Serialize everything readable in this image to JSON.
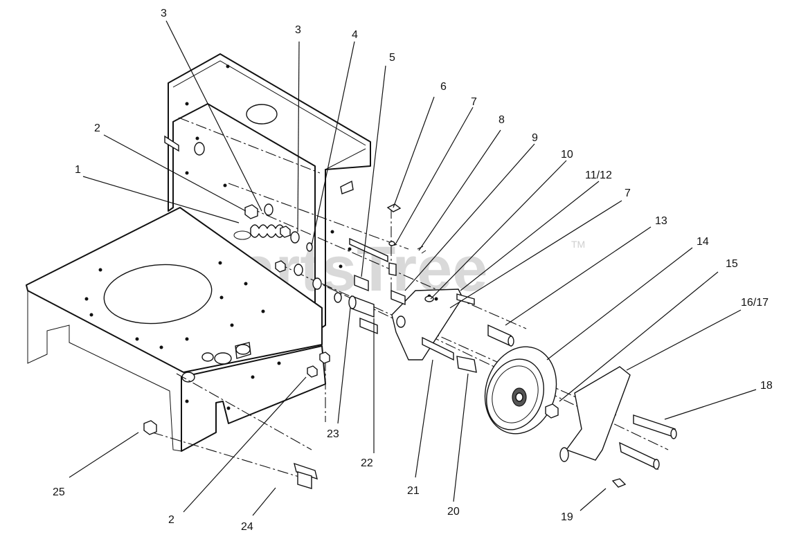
{
  "watermark": {
    "text": "PartsTree",
    "trademark": "TM"
  },
  "callouts": [
    {
      "id": "c1",
      "label": "1"
    },
    {
      "id": "c2a",
      "label": "2"
    },
    {
      "id": "c2b",
      "label": "2"
    },
    {
      "id": "c3a",
      "label": "3"
    },
    {
      "id": "c3b",
      "label": "3"
    },
    {
      "id": "c4",
      "label": "4"
    },
    {
      "id": "c5",
      "label": "5"
    },
    {
      "id": "c6",
      "label": "6"
    },
    {
      "id": "c7a",
      "label": "7"
    },
    {
      "id": "c7b",
      "label": "7"
    },
    {
      "id": "c8",
      "label": "8"
    },
    {
      "id": "c9",
      "label": "9"
    },
    {
      "id": "c10",
      "label": "10"
    },
    {
      "id": "c1112",
      "label": "11/12"
    },
    {
      "id": "c13",
      "label": "13"
    },
    {
      "id": "c14",
      "label": "14"
    },
    {
      "id": "c15",
      "label": "15"
    },
    {
      "id": "c1617",
      "label": "16/17"
    },
    {
      "id": "c18",
      "label": "18"
    },
    {
      "id": "c19",
      "label": "19"
    },
    {
      "id": "c20",
      "label": "20"
    },
    {
      "id": "c21",
      "label": "21"
    },
    {
      "id": "c22",
      "label": "22"
    },
    {
      "id": "c23",
      "label": "23"
    },
    {
      "id": "c24",
      "label": "24"
    },
    {
      "id": "c25",
      "label": "25"
    }
  ]
}
